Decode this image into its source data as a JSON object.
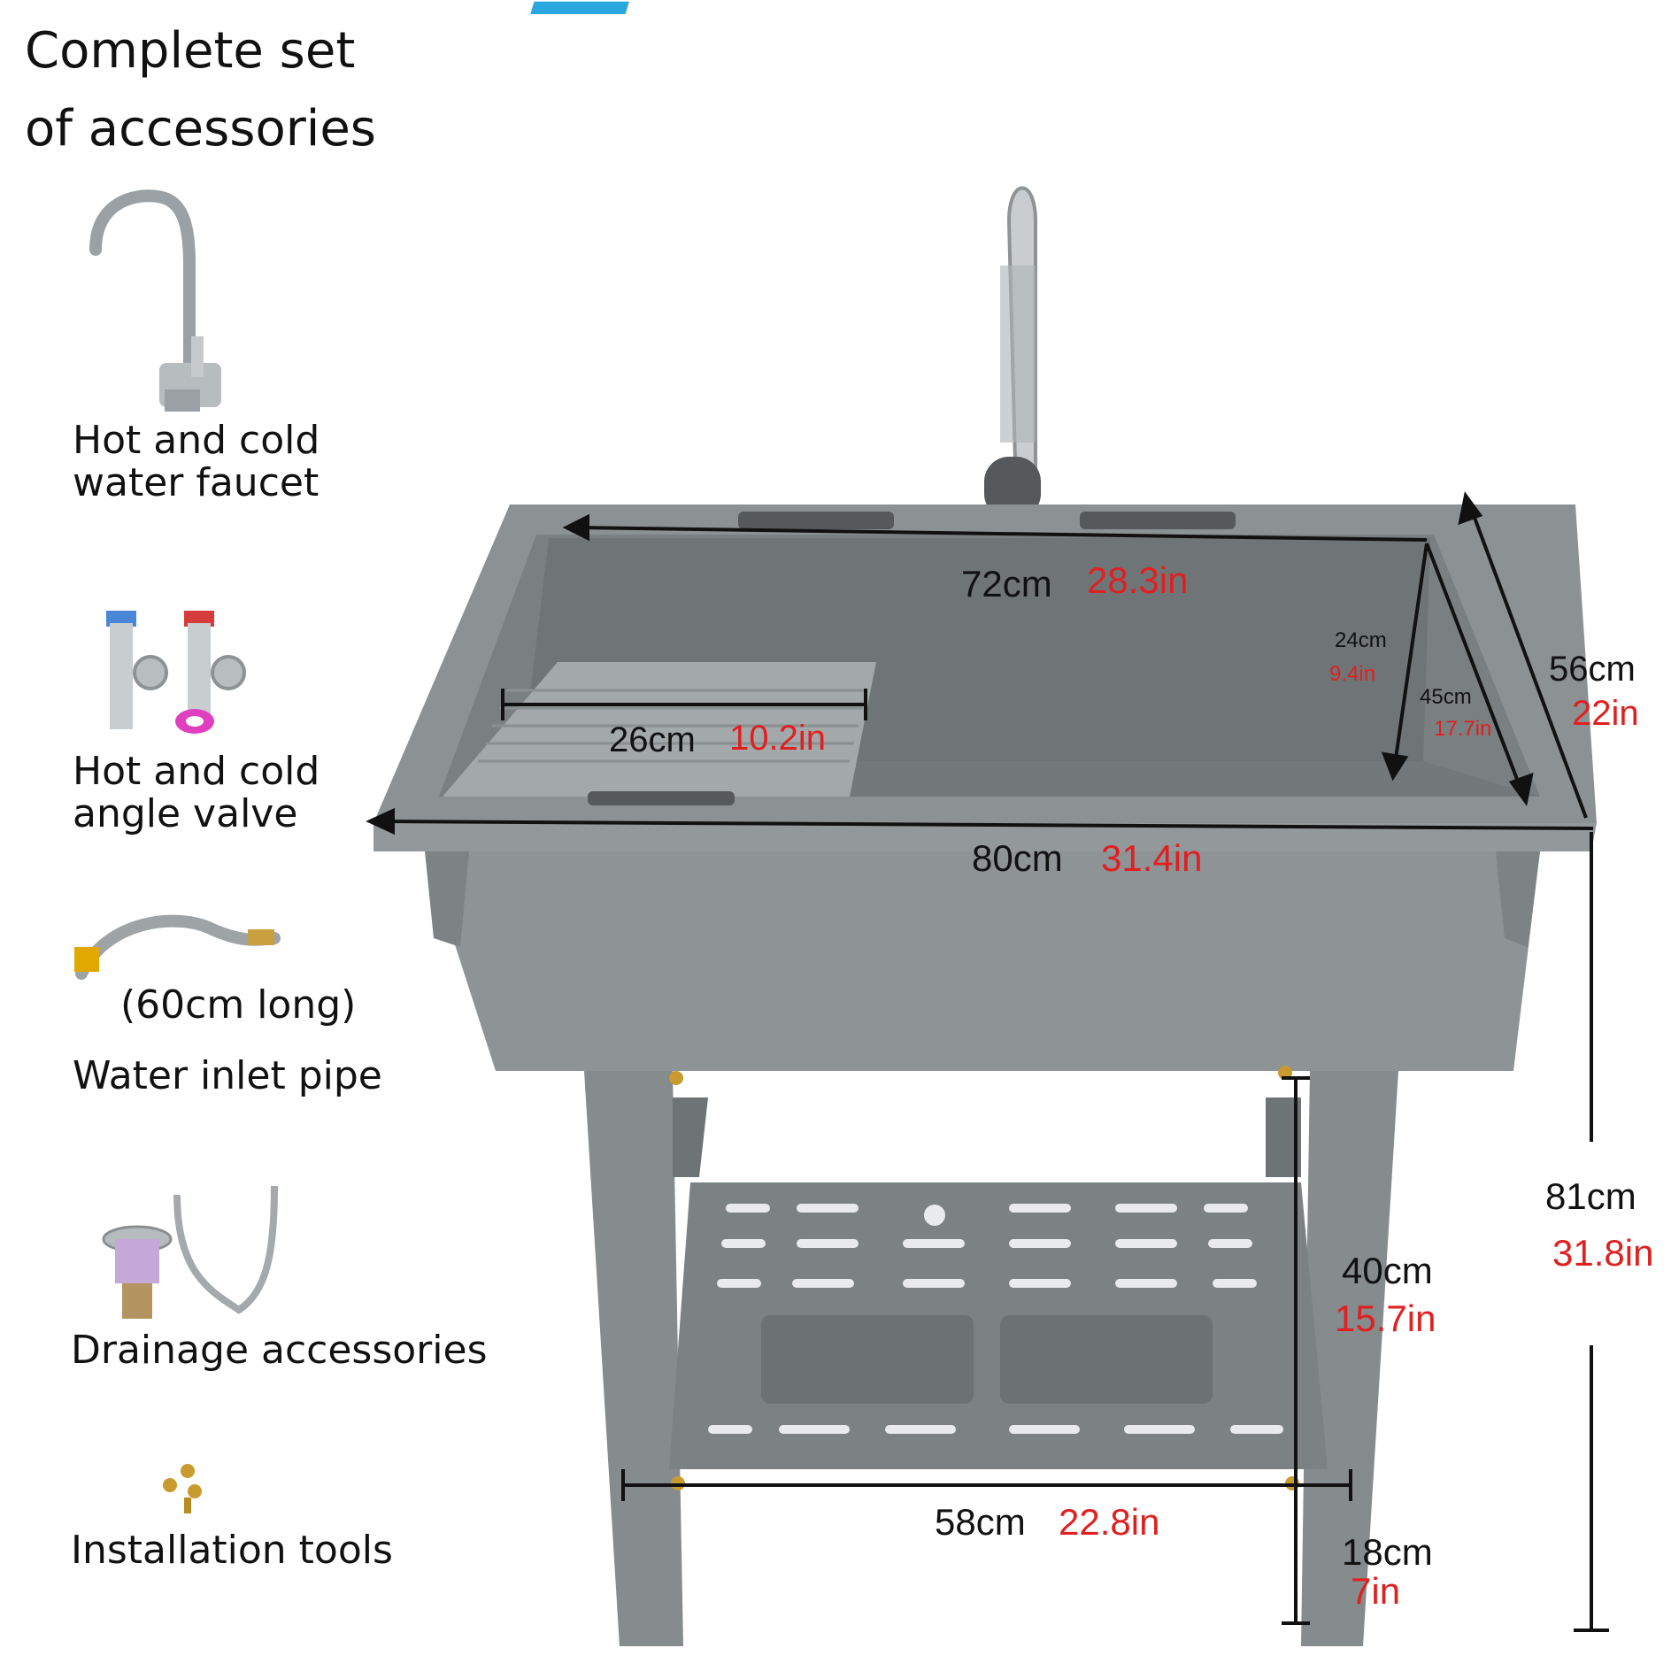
{
  "header": {
    "title": "Product Specifications",
    "banner_color": "#29a8df"
  },
  "accessories": {
    "heading": "Complete set\nof accessories",
    "items": [
      {
        "icon": "faucet-icon",
        "label": "Hot and cold\nwater faucet"
      },
      {
        "icon": "angle-valve-icon",
        "label": "Hot and cold\nangle valve"
      },
      {
        "icon": "inlet-pipe-icon",
        "label": "Water inlet pipe",
        "note": "(60cm long)"
      },
      {
        "icon": "drain-kit-icon",
        "label": "Drainage accessories"
      },
      {
        "icon": "screws-icon",
        "label": "Installation tools"
      }
    ]
  },
  "dimensions": {
    "inner_length": {
      "cm": "72cm",
      "in": "28.3in"
    },
    "washboard": {
      "cm": "26cm",
      "in": "10.2in"
    },
    "basin_depth": {
      "cm": "24cm",
      "in": "9.4in"
    },
    "basin_width": {
      "cm": "45cm",
      "in": "17.7in"
    },
    "outer_width": {
      "cm": "56cm",
      "in": "22in"
    },
    "outer_length": {
      "cm": "80cm",
      "in": "31.4in"
    },
    "height": {
      "cm": "81cm",
      "in": "31.8in"
    },
    "leg_height": {
      "cm": "40cm",
      "in": "15.7in"
    },
    "shelf_width": {
      "cm": "58cm",
      "in": "22.8in"
    },
    "shelf_clearance": {
      "cm": "18cm",
      "in": "7in"
    }
  },
  "colors": {
    "sink_gray": "#8b9093",
    "dimension_red": "#e02020",
    "text_black": "#111111"
  }
}
